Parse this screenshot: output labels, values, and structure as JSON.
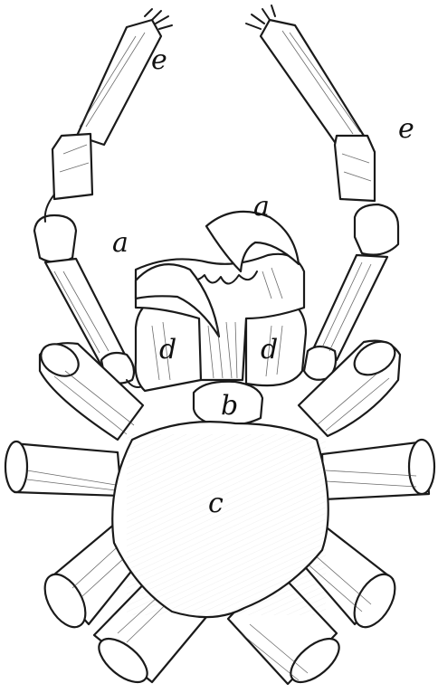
{
  "figure": {
    "labels": {
      "a_left": "a",
      "a_right": "a",
      "b": "b",
      "c": "c",
      "d_left": "d",
      "d_right": "d",
      "e_left": "e",
      "e_right": "e"
    },
    "colors": {
      "ink": "#1a1a1a",
      "paper": "#ffffff"
    }
  }
}
